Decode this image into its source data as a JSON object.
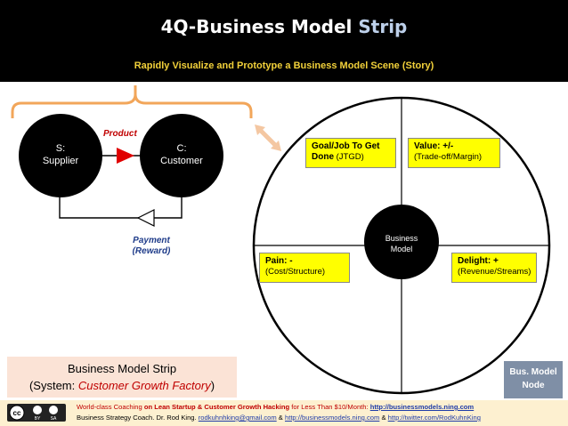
{
  "header": {
    "title_main": "4Q-Business Model",
    "title_accent": "Strip",
    "subtitle": "Rapidly Visualize and Prototype a Business Model Scene (Story)"
  },
  "left_diagram": {
    "supplier_line1": "S:",
    "supplier_line2": "Supplier",
    "customer_line1": "C:",
    "customer_line2": "Customer",
    "product_label": "Product",
    "payment_label": "Payment",
    "reward_label": "(Reward)"
  },
  "quadrant_diagram": {
    "center_line1": "Business",
    "center_line2": "Model",
    "goal": {
      "title1": "Goal/Job To Get",
      "title2": "Done",
      "suffix": "(JTGD)"
    },
    "value": {
      "title": "Value: +/-",
      "detail": "(Trade-off/Margin)"
    },
    "pain": {
      "title": "Pain: -",
      "detail": "(Cost/Structure)"
    },
    "delight": {
      "title": "Delight: +",
      "detail": "(Revenue/Streams)"
    }
  },
  "bottom": {
    "strip_title": "Business Model Strip",
    "strip_prefix": "(System:",
    "strip_emphasis": "Customer Growth Factory",
    "strip_suffix": ")",
    "node_line1": "Bus. Model",
    "node_line2": "Node"
  },
  "footer": {
    "cc_label": "cc",
    "by_label": "BY",
    "sa_label": "SA",
    "line1_a": "World-class Coaching ",
    "line1_b": "on Lean Startup & Customer Growth Hacking",
    "line1_c": " for Less Than $10/Month: ",
    "line1_link": "http://businessmodels.ning.com",
    "line2_a": "Business Strategy Coach. Dr. Rod King. ",
    "line2_email": "rodkuhnhking@gmail.com",
    "line2_amp1": " & ",
    "line2_link1": "http://businessmodels.ning.com",
    "line2_amp2": " & ",
    "line2_link2": "http://twitter.com/RodKuhnKing"
  },
  "colors": {
    "header_bg": "#000000",
    "subtitle": "#f2d13a",
    "quadrant_fill": "#ffff00",
    "product_arrow": "#e00000",
    "bracket": "#f2a65a",
    "strip_box": "#fbe3d6",
    "node_box": "#7f8fa6"
  }
}
